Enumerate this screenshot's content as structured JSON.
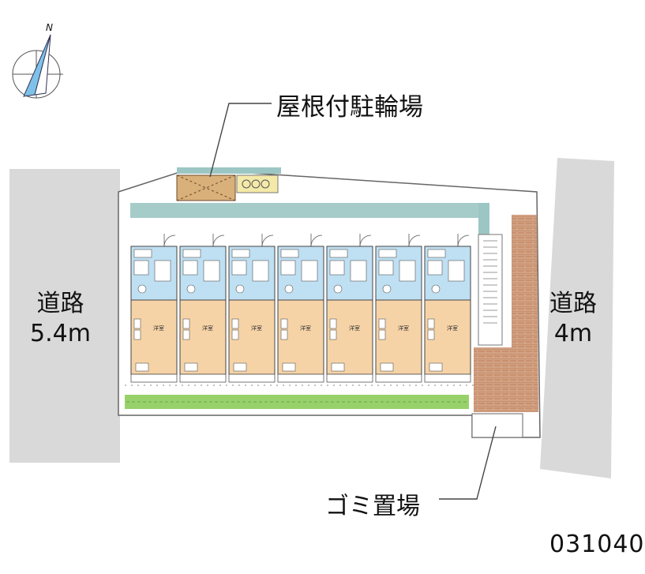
{
  "labels": {
    "bike_parking": "屋根付駐輪場",
    "road_left_name": "道路",
    "road_left_width": "5.4m",
    "road_right_name": "道路",
    "road_right_width": "4m",
    "garbage": "ゴミ置場",
    "property_code": "031040",
    "compass_north": "N"
  },
  "units": [
    {
      "room_label": "洋室"
    },
    {
      "room_label": "洋室"
    },
    {
      "room_label": "洋室"
    },
    {
      "room_label": "洋室"
    },
    {
      "room_label": "洋室"
    },
    {
      "room_label": "洋室"
    },
    {
      "room_label": "洋室"
    }
  ],
  "colors": {
    "road": "#d9d9d9",
    "wet_area": "#bfe0f2",
    "room": "#f6d3a6",
    "walkway": "#9cc6c3",
    "hedge": "#98d16a",
    "brick": "#c48a6a",
    "bike_roof": "#d9b07a"
  }
}
